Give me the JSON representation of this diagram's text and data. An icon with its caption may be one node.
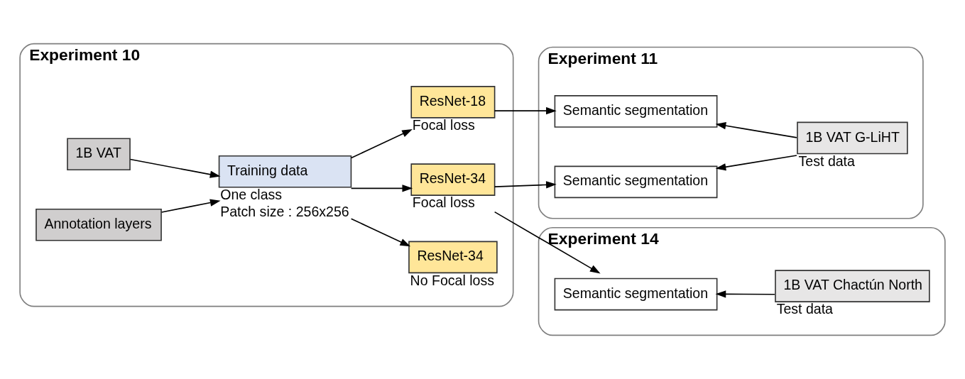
{
  "diagram": {
    "nodes": [
      {
        "text": [
          "Experiment 10"
        ]
      },
      {
        "text": [
          "1B VAT"
        ],
        "in": 0
      },
      {
        "text": [
          "Annotation layers"
        ],
        "in": 0
      },
      {
        "text": [
          "Training data"
        ],
        "in": 0,
        "beside": [
          "One class",
          "Patch size : 256x256"
        ]
      },
      {
        "text": [
          "ResNet-34"
        ],
        "in": 0,
        "beside": [
          "No Focal loss"
        ]
      },
      {
        "text": [
          "ResNet-34"
        ],
        "in": 0,
        "beside": [
          "Focal loss"
        ]
      },
      {
        "text": [
          "ResNet-18"
        ],
        "in": 0,
        "beside": [
          "Focal loss"
        ]
      },
      {
        "text": [
          "Experiment 11"
        ]
      },
      {
        "text": [
          "Semantic segmentation"
        ],
        "in": 7
      },
      {
        "text": [
          "Semantic segmentation"
        ],
        "in": 7
      },
      {
        "text": [
          "1B VAT G-LiHT"
        ],
        "in": 7,
        "beside": [
          "Test data"
        ]
      },
      {
        "text": [
          "Experiment 14"
        ]
      },
      {
        "text": [
          "Semantic segmentation"
        ],
        "in": 11
      },
      {
        "text": [
          "1B VAT Chactún North"
        ],
        "in": 11,
        "beside": [
          "Test data"
        ]
      }
    ],
    "edges": [
      {
        "from": 1,
        "to": 3,
        "arrow": "to"
      },
      {
        "from": 2,
        "to": 3,
        "arrow": "to"
      },
      {
        "from": 3,
        "to": 4,
        "arrow": "to"
      },
      {
        "from": 3,
        "to": 5,
        "arrow": "to"
      },
      {
        "from": 3,
        "to": 6,
        "arrow": "to"
      },
      {
        "from": 5,
        "to": 8,
        "arrow": "to"
      },
      {
        "from": 6,
        "to": 9,
        "arrow": "to"
      },
      {
        "from": 10,
        "to": 8,
        "arrow": "to"
      },
      {
        "from": 10,
        "to": 9,
        "arrow": "to"
      },
      {
        "from": 5,
        "to": 12,
        "arrow": "to"
      },
      {
        "from": 13,
        "to": 12,
        "arrow": "to"
      }
    ]
  }
}
